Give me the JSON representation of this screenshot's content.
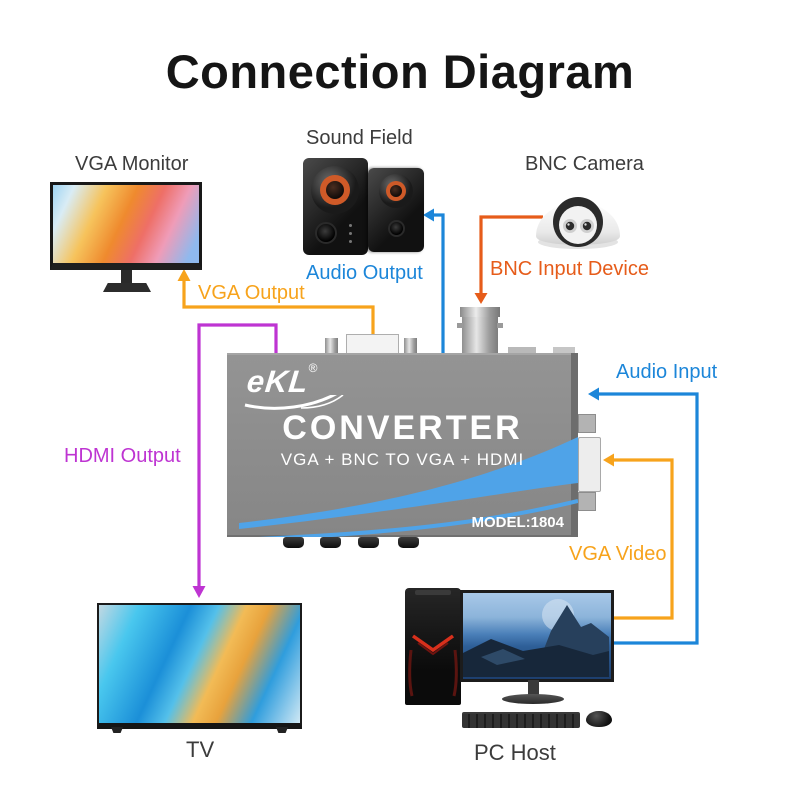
{
  "title": "Connection Diagram",
  "devices": {
    "vga_monitor": {
      "label": "VGA Monitor"
    },
    "sound_field": {
      "label": "Sound Field"
    },
    "bnc_camera": {
      "label": "BNC Camera"
    },
    "tv": {
      "label": "TV"
    },
    "pc_host": {
      "label": "PC Host"
    }
  },
  "converter": {
    "brand": "eKL",
    "registered_mark": "®",
    "product_name": "CONVERTER",
    "subtitle": "VGA + BNC TO VGA + HDMI",
    "model": "MODEL:1804"
  },
  "connection_labels": {
    "vga_output": {
      "label": "VGA Output",
      "color": "#F7A31C"
    },
    "audio_output": {
      "label": "Audio Output",
      "color": "#1C86D9"
    },
    "bnc_input": {
      "label": "BNC Input Device",
      "color": "#E65C1A"
    },
    "audio_input": {
      "label": "Audio Input",
      "color": "#1C86D9"
    },
    "hdmi_output": {
      "label": "HDMI Output",
      "color": "#BE34D2"
    },
    "vga_video": {
      "label": "VGA Video",
      "color": "#F7A31C"
    }
  },
  "colors": {
    "background": "#FFFFFF",
    "title_text": "#151515",
    "device_label_text": "#3C3C3C",
    "converter_body": "#8B8B8B",
    "converter_swoosh": "#4FA3E8",
    "converter_text": "#FFFFFF",
    "orange_wire": "#F7A31C",
    "blue_wire": "#1C86D9",
    "bnc_wire": "#E65C1A",
    "hdmi_wire": "#BE34D2"
  }
}
